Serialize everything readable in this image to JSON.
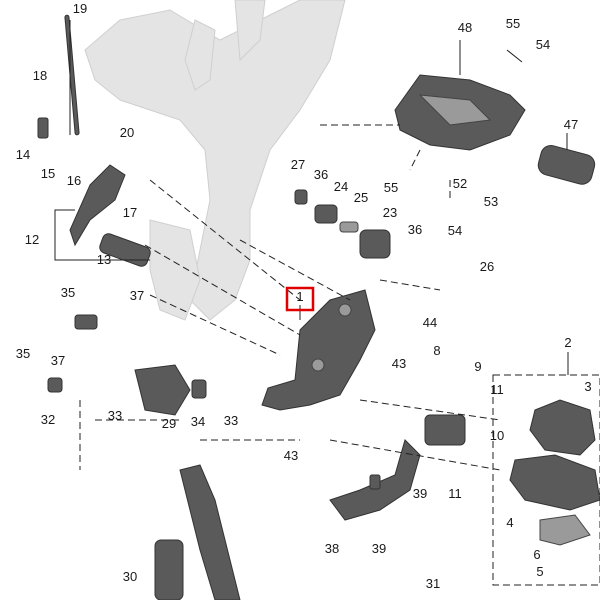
{
  "diagram": {
    "highlighted_callout": "1",
    "highlight_color": "#e00000",
    "callouts": [
      "1",
      "2",
      "3",
      "4",
      "5",
      "6",
      "8",
      "9",
      "10",
      "11",
      "11",
      "12",
      "13",
      "14",
      "15",
      "16",
      "17",
      "18",
      "19",
      "20",
      "23",
      "24",
      "25",
      "26",
      "27",
      "29",
      "30",
      "31",
      "32",
      "33",
      "33",
      "34",
      "35",
      "35",
      "36",
      "36",
      "37",
      "37",
      "38",
      "39",
      "39",
      "43",
      "43",
      "44",
      "47",
      "48",
      "52",
      "53",
      "54",
      "54",
      "55",
      "55"
    ]
  }
}
